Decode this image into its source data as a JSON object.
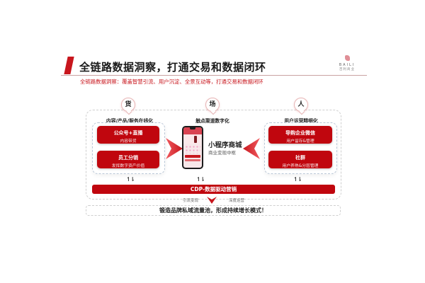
{
  "header": {
    "title": "全链路数据洞察，打通交易和数据闭环",
    "subtitle": "全链路数据洞察：覆盖智慧引流、用户沉淀、全景互动等，打通交易和数据闭环",
    "logo": {
      "en": "BAILI",
      "cn": "百利商业"
    }
  },
  "colors": {
    "accent": "#c8161d",
    "card": "#c0060e"
  },
  "columns": {
    "goods": {
      "pin": "货",
      "label": "内容/产品/服务在线化",
      "cards": [
        {
          "main": "公众号+直播",
          "sub": "内容带货"
        },
        {
          "main": "员工分销",
          "sub": "发挥数字资产价值"
        }
      ]
    },
    "place": {
      "pin": "场",
      "label": "触点渠道数字化",
      "center_title": "小程序商城",
      "center_sub": "商业变现中枢"
    },
    "people": {
      "pin": "人",
      "label": "用户运营精细化",
      "cards": [
        {
          "main": "导购企业微信",
          "sub": "用户留存&管理"
        },
        {
          "main": "社群",
          "sub": "用户养熟&分层管理"
        }
      ]
    }
  },
  "exchange_arrows": "↿⇂",
  "cdp": {
    "label": "CDP-数据驱动营销"
  },
  "flow": {
    "left": "引流变现",
    "right": "深度运营"
  },
  "conclusion": "锻造品牌私域流量池，形成持续增长模式！"
}
